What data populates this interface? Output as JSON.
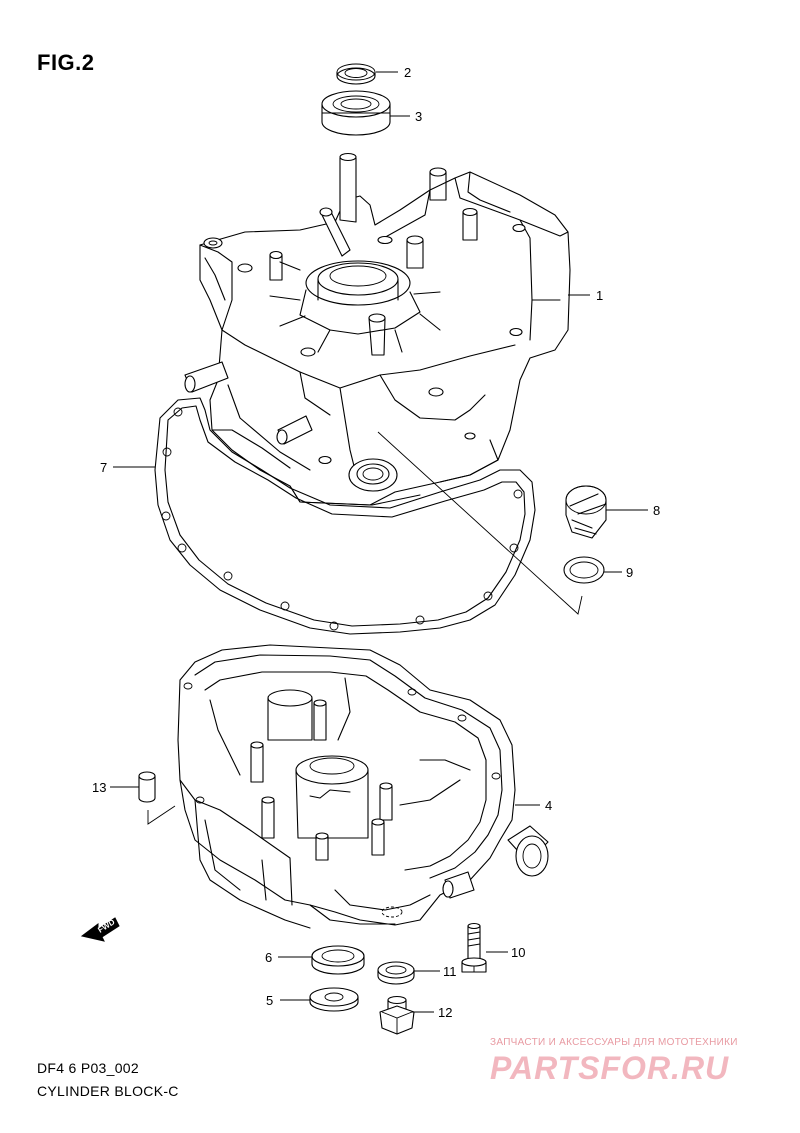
{
  "figure": {
    "title": "FIG.2",
    "code": "DF4 6 P03_002",
    "caption": "CYLINDER BLOCK-C",
    "fwd_label": "FWD"
  },
  "callouts": [
    {
      "num": "1",
      "part": "cylinder-block"
    },
    {
      "num": "2",
      "part": "oil-seal-small"
    },
    {
      "num": "3",
      "part": "bearing"
    },
    {
      "num": "4",
      "part": "crankcase"
    },
    {
      "num": "5",
      "part": "washer-plate"
    },
    {
      "num": "6",
      "part": "oil-seal-lower"
    },
    {
      "num": "7",
      "part": "gasket"
    },
    {
      "num": "8",
      "part": "oil-filler-cap"
    },
    {
      "num": "9",
      "part": "o-ring"
    },
    {
      "num": "10",
      "part": "bolt"
    },
    {
      "num": "11",
      "part": "drain-gasket"
    },
    {
      "num": "12",
      "part": "drain-plug"
    },
    {
      "num": "13",
      "part": "dowel-pin"
    }
  ],
  "watermark": {
    "tagline": "ЗАПЧАСТИ И АКСЕССУАРЫ ДЛЯ МОТОТЕХНИКИ",
    "logo": "PARTSFOR.RU",
    "color": "#f2b7bf"
  }
}
